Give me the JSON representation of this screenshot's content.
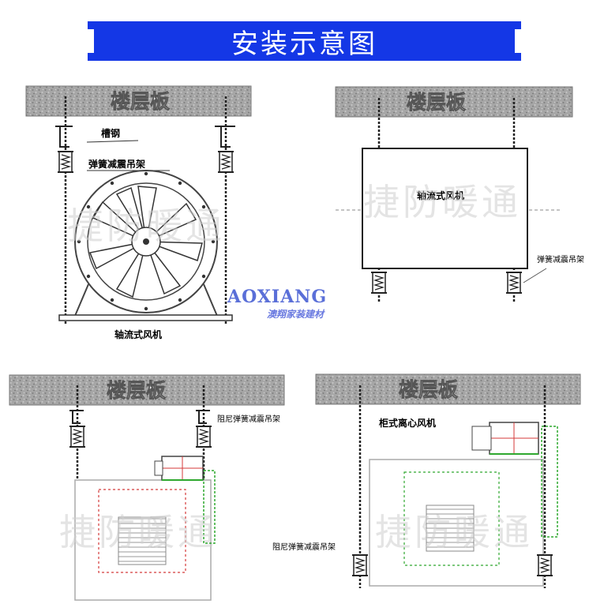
{
  "title": "安装示意图",
  "slab_label": "楼层板",
  "watermark": "捷防暖通",
  "brand": {
    "name": "AOXIANG",
    "tagline": "澳翔家装建材"
  },
  "panel1": {
    "channel_steel": "槽钢",
    "spring_hanger": "弹簧减震吊架",
    "fan_name": "轴流式风机"
  },
  "panel2": {
    "fan_name": "轴流式风机",
    "spring_hanger": "弹簧减震吊架"
  },
  "panel3": {
    "damped_hanger": "阻尼弹簧减震吊架"
  },
  "panel4": {
    "fan_name": "柜式离心风机",
    "damped_hanger": "阻尼弹簧减震吊架"
  },
  "colors": {
    "title_bar": "#1437e6",
    "slab": "#9a9a9a",
    "motor_green": "#2fa82f",
    "motor_red": "#d43a3a",
    "brand": "#5a6fd8"
  }
}
